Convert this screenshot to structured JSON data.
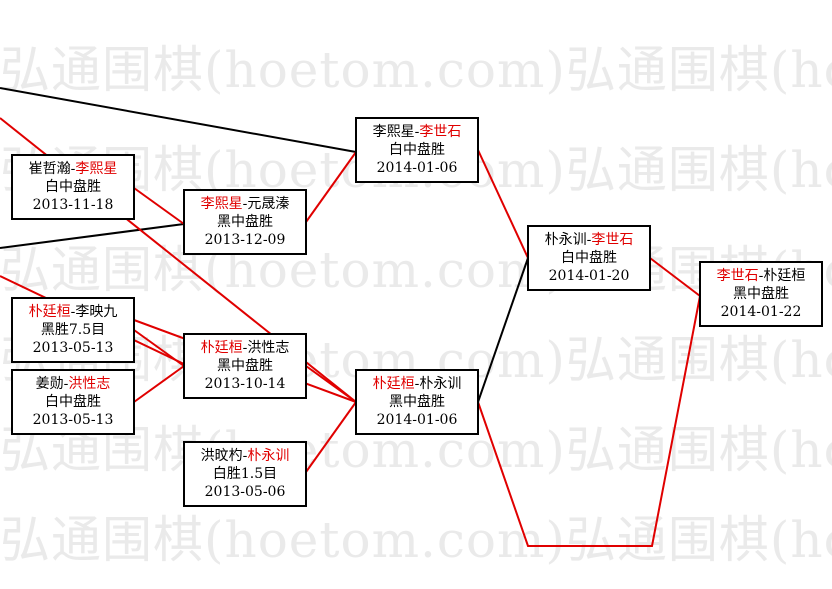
{
  "watermark": "弘通围棋(hoetom.com)弘通围棋(hoetom.com)弘通围棋",
  "colors": {
    "winner": "#e00000",
    "line_red": "#e00000",
    "line_black": "#000000",
    "border": "#000000"
  },
  "matches": [
    {
      "id": "m1",
      "p1": "崔哲瀚",
      "sep": "-",
      "p2": "李熙星",
      "winner": 2,
      "result": "白中盘胜",
      "date": "2013-11-18"
    },
    {
      "id": "m2",
      "p1": "李熙星",
      "sep": "-",
      "p2": "元晟溱",
      "winner": 1,
      "result": "黑中盘胜",
      "date": "2013-12-09"
    },
    {
      "id": "m3",
      "p1": "李熙星",
      "sep": "-",
      "p2": "李世石",
      "winner": 2,
      "result": "白中盘胜",
      "date": "2014-01-06"
    },
    {
      "id": "m4",
      "p1": "朴廷桓",
      "sep": "-",
      "p2": "李映九",
      "winner": 1,
      "result": "黑胜7.5目",
      "date": "2013-05-13"
    },
    {
      "id": "m5",
      "p1": "姜勋",
      "sep": "-",
      "p2": "洪性志",
      "winner": 2,
      "result": "白中盘胜",
      "date": "2013-05-13"
    },
    {
      "id": "m6",
      "p1": "朴廷桓",
      "sep": "-",
      "p2": "洪性志",
      "winner": 1,
      "result": "黑中盘胜",
      "date": "2013-10-14"
    },
    {
      "id": "m7",
      "p1": "洪旼杓",
      "sep": "-",
      "p2": "朴永训",
      "winner": 2,
      "result": "白胜1.5目",
      "date": "2013-05-06"
    },
    {
      "id": "m8",
      "p1": "朴廷桓",
      "sep": "-",
      "p2": "朴永训",
      "winner": 1,
      "result": "黑中盘胜",
      "date": "2014-01-06"
    },
    {
      "id": "m9",
      "p1": "朴永训",
      "sep": "-",
      "p2": "李世石",
      "winner": 2,
      "result": "白中盘胜",
      "date": "2014-01-20"
    },
    {
      "id": "m10",
      "p1": "李世石",
      "sep": "-",
      "p2": "朴廷桓",
      "winner": 1,
      "result": "黑中盘胜",
      "date": "2014-01-22"
    }
  ]
}
